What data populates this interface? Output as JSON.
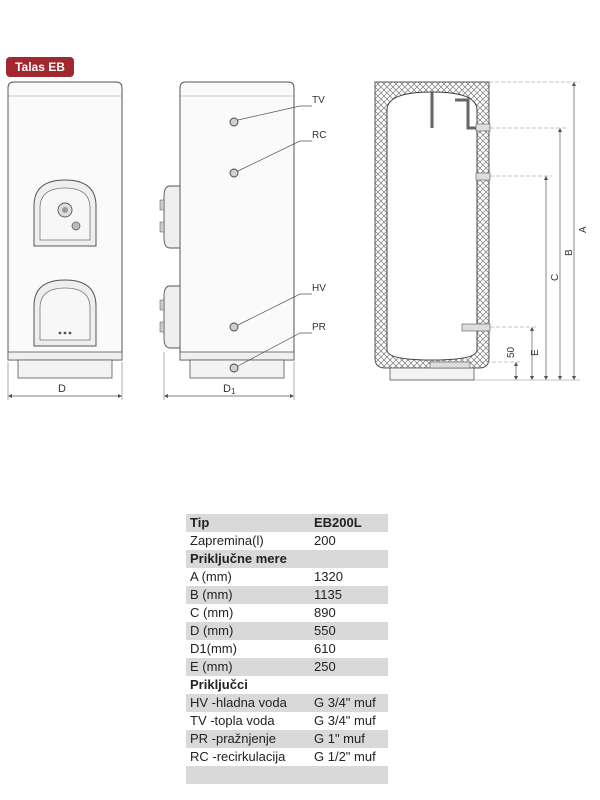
{
  "badge": "Talas EB",
  "diagram": {
    "label_D": "D",
    "label_D1_main": "D",
    "label_D1_sub": "1",
    "label_TV": "TV",
    "label_RC": "RC",
    "label_HV": "HV",
    "label_PR": "PR",
    "label_A": "A",
    "label_B": "B",
    "label_C": "C",
    "label_E": "E",
    "label_50": "50"
  },
  "table": {
    "tip_label": "Tip",
    "tip_value": "EB200L",
    "rows": [
      {
        "label": "Zapremina(l)",
        "value": "200"
      },
      {
        "label": "Priključne mere",
        "value": ""
      },
      {
        "label": "A (mm)",
        "value": "1320"
      },
      {
        "label": "B (mm)",
        "value": "1135"
      },
      {
        "label": "C (mm)",
        "value": "890"
      },
      {
        "label": "D (mm)",
        "value": "550"
      },
      {
        "label": "D1(mm)",
        "value": "610"
      },
      {
        "label": "E (mm)",
        "value": "250"
      },
      {
        "label": "Priključci",
        "value": ""
      },
      {
        "label": "HV -hladna voda",
        "value": "G 3/4\" muf"
      },
      {
        "label": "TV -topla voda",
        "value": "G 3/4\" muf"
      },
      {
        "label": "PR -pražnjenje",
        "value": "G 1\" muf"
      },
      {
        "label": "RC -recirkulacija",
        "value": "G 1/2\" muf"
      },
      {
        "label": "",
        "value": ""
      }
    ]
  }
}
